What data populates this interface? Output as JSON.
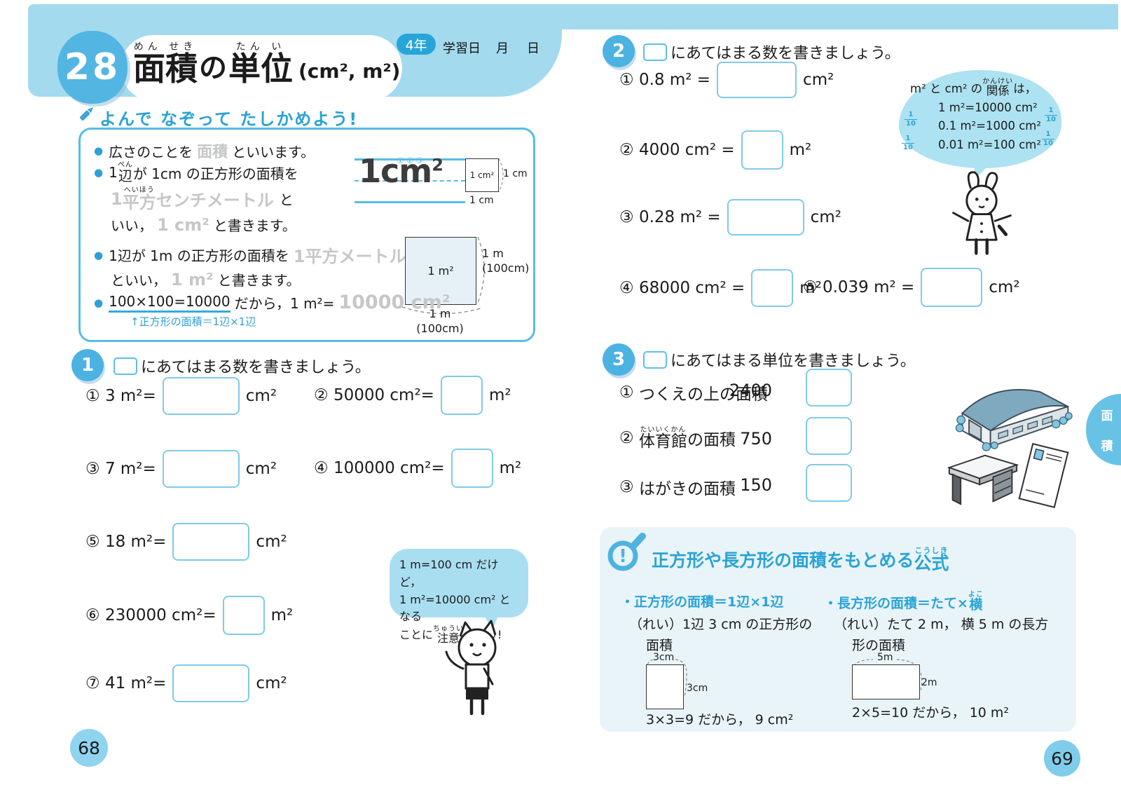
{
  "glyphs": {
    "bullet": "●"
  },
  "header": {
    "lesson_number": "28",
    "title_furigana_1": "めん せき",
    "title_kanji_1": "面積",
    "title_mid": "の",
    "title_furigana_2": "たん い",
    "title_kanji_2": "単位",
    "title_sub": "(cm², m²)",
    "grade_badge": "4年",
    "study_date": "学習日",
    "month": "月",
    "day": "日"
  },
  "intro": {
    "heading": "よんで なぞって たしかめよう!",
    "b1_pre": "広さのことを",
    "b1_trace": "面積",
    "b1_post": "といいます。",
    "b2_pre": "1",
    "b2_rt": "ぺん",
    "b2_kanji": "辺",
    "b2_post": "が 1cm の正方形の面積を",
    "b2_trace_pre": "1",
    "b2_trace_rt": "へいほう",
    "b2_trace_kanji": "平方",
    "b2_trace_rest": "センチメートル",
    "b2_to": "と",
    "b2_l3_pre": "いい，",
    "b2_l3_trace": "1 cm²",
    "b2_l3_post": "と書きます。",
    "trace_marks": "①②③",
    "trace_text": "1cm",
    "trace_sup": "2",
    "cm_square_label": "1 cm²",
    "cm_square_right": "1 cm",
    "cm_square_bottom": "1 cm",
    "b3_l1": "1辺が 1m の正方形の面積を",
    "b3_trace1": "1平方メートル",
    "b3_l2_pre": "といい，",
    "b3_l2_trace": "1 m²",
    "b3_l2_post": "と書きます。",
    "m_square_label": "1 m²",
    "m_square_right1": "1 m",
    "m_square_right2": "(100cm)",
    "m_square_bottom1": "1 m",
    "m_square_bottom2": "(100cm)",
    "b4_underlined": "100×100=10000",
    "b4_mid": "だから，1 m²=",
    "b4_trace": "10000 cm²",
    "b4_note": "↑正方形の面積＝1辺×1辺"
  },
  "section1": {
    "number": "1",
    "prompt": "にあてはまる数を書きましょう。",
    "problems": [
      {
        "num": "①",
        "pre": "3 m²=",
        "unit": "cm²"
      },
      {
        "num": "②",
        "pre": "50000 cm²=",
        "unit": "m²"
      },
      {
        "num": "③",
        "pre": "7 m²=",
        "unit": "cm²"
      },
      {
        "num": "④",
        "pre": "100000 cm²=",
        "unit": "m²"
      },
      {
        "num": "⑤",
        "pre": "18 m²=",
        "unit": "cm²"
      },
      {
        "num": "⑥",
        "pre": "230000 cm²=",
        "unit": "m²"
      },
      {
        "num": "⑦",
        "pre": "41 m²=",
        "unit": "cm²"
      }
    ]
  },
  "cat_bubble": {
    "line1": "1 m=100 cm だけど，",
    "line2": "1 m²=10000 cm² となる",
    "line3_pre": "ことに",
    "line3_rt": "ちゅうい",
    "line3_kanji": "注意",
    "line3_post": "しよう!"
  },
  "section2": {
    "number": "2",
    "prompt": "にあてはまる数を書きましょう。",
    "problems": [
      {
        "num": "①",
        "pre": "0.8 m² =",
        "unit": "cm²"
      },
      {
        "num": "②",
        "pre": "4000 cm² =",
        "unit": "m²"
      },
      {
        "num": "③",
        "pre": "0.28 m² =",
        "unit": "cm²"
      },
      {
        "num": "④",
        "pre": "68000 cm² =",
        "unit": "m²"
      },
      {
        "num": "⑤",
        "pre": "0.039 m² =",
        "unit": "cm²"
      }
    ],
    "bubble": {
      "intro_pre": "m² と cm² の",
      "intro_rt": "かんけい",
      "intro_kanji": "関係",
      "intro_post": "は，",
      "row1": "1 m²=10000 cm²",
      "row2": "0.1 m²=1000 cm²",
      "row3": "0.01 m²=100 cm²",
      "frac_num": "1",
      "frac_den": "10"
    }
  },
  "section3": {
    "number": "3",
    "prompt": "にあてはまる単位を書きましょう。",
    "problems": [
      {
        "num": "①",
        "label": "つくえの上の面積",
        "value": "2400"
      },
      {
        "num": "②",
        "label_rt": "たいいくかん",
        "label_kanji": "体育館",
        "label_post": "の面積",
        "value": "750"
      },
      {
        "num": "③",
        "label": "はがきの面積",
        "value": "150"
      }
    ]
  },
  "formula": {
    "title_pre": "正方形や長方形の面積をもとめる",
    "title_rt": "こうしき",
    "title_kanji": "公式",
    "left": {
      "rule": "・正方形の面積＝1辺×1辺",
      "ex1": "（れい）1辺 3 cm の正方形の",
      "ex2": "面積",
      "dim_top": "3cm",
      "dim_right": "3cm",
      "result": "3×3=9 だから， 9 cm²"
    },
    "right": {
      "rule_pre": "・長方形の面積＝たて×",
      "rule_rt": "よこ",
      "rule_kanji": "横",
      "ex1": "（れい）たて 2 m， 横 5 m の長方",
      "ex2": "形の面積",
      "dim_top": "5m",
      "dim_right": "2m",
      "result": "2×5=10 だから， 10 m²"
    }
  },
  "side_tab": {
    "char1": "面",
    "char2": "積"
  },
  "footer": {
    "page_left": "68",
    "page_right": "69"
  },
  "colors": {
    "accent_blue": "#2aa3d6",
    "band_blue": "#a3daee",
    "circle_blue": "#4bb2e2",
    "box_border": "#7ecbe8",
    "trace_gray": "#c6c7c8",
    "bubble_blue": "#ace2f1"
  }
}
